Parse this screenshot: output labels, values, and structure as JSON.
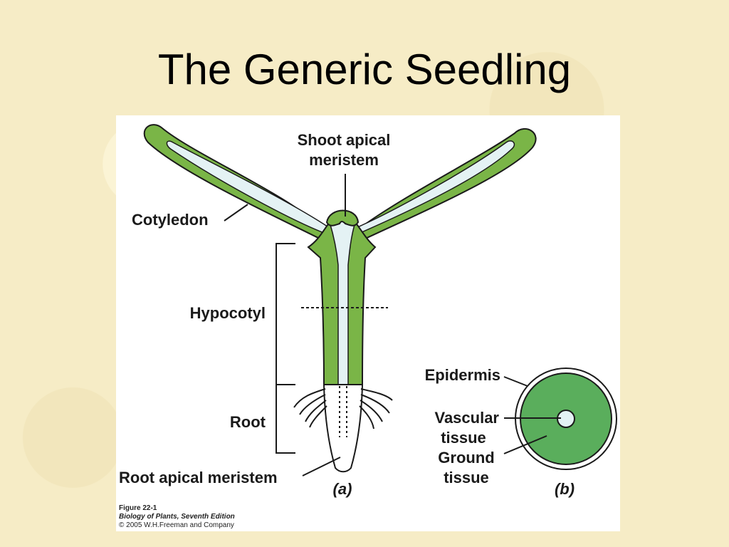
{
  "title": "The Generic Seedling",
  "labels": {
    "shoot_apical_meristem_1": "Shoot apical",
    "shoot_apical_meristem_2": "meristem",
    "cotyledon": "Cotyledon",
    "hypocotyl": "Hypocotyl",
    "root": "Root",
    "root_apical_meristem": "Root apical meristem",
    "panel_a": "(a)",
    "epidermis": "Epidermis",
    "vascular_1": "Vascular",
    "vascular_2": "tissue",
    "ground_1": "Ground",
    "ground_2": "tissue",
    "panel_b": "(b)"
  },
  "caption": {
    "figure": "Figure 22-1",
    "book": "Biology of Plants, Seventh Edition",
    "copyright": "© 2005 W.H.Freeman and Company"
  },
  "colors": {
    "background": "#f6ecc6",
    "leaf_green": "#7ab547",
    "cross_section_green": "#5aae5c",
    "pale_center": "#e4f2f4",
    "outline": "#1a1a1a"
  }
}
